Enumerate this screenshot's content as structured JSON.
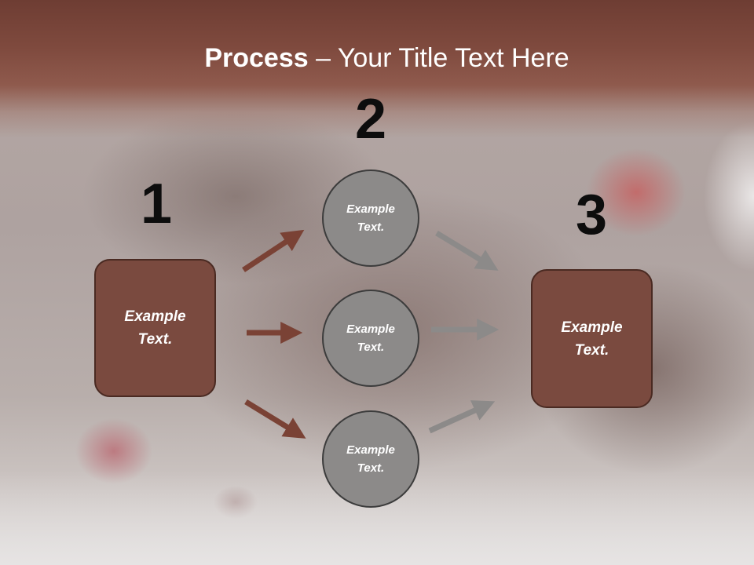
{
  "slide": {
    "title_bold": "Process",
    "title_rest": " – Your Title Text Here",
    "steps": [
      {
        "number": "1",
        "label_line1": "Example",
        "label_line2": "Text."
      },
      {
        "number": "2"
      },
      {
        "number": "3",
        "label_line1": "Example",
        "label_line2": "Text."
      }
    ],
    "circles": [
      {
        "label_line1": "Example",
        "label_line2": "Text."
      },
      {
        "label_line1": "Example",
        "label_line2": "Text."
      },
      {
        "label_line1": "Example",
        "label_line2": "Text."
      }
    ]
  },
  "colors": {
    "title_band": "#7f4a3e",
    "box_fill": "#7a4a3f",
    "box_border": "#4a2a22",
    "circle_fill": "#8c8a89",
    "circle_border": "#3c3c3c",
    "arrow_brown": "#7a4235",
    "arrow_gray": "#8c8a89",
    "number_color": "#0d0d0d"
  }
}
